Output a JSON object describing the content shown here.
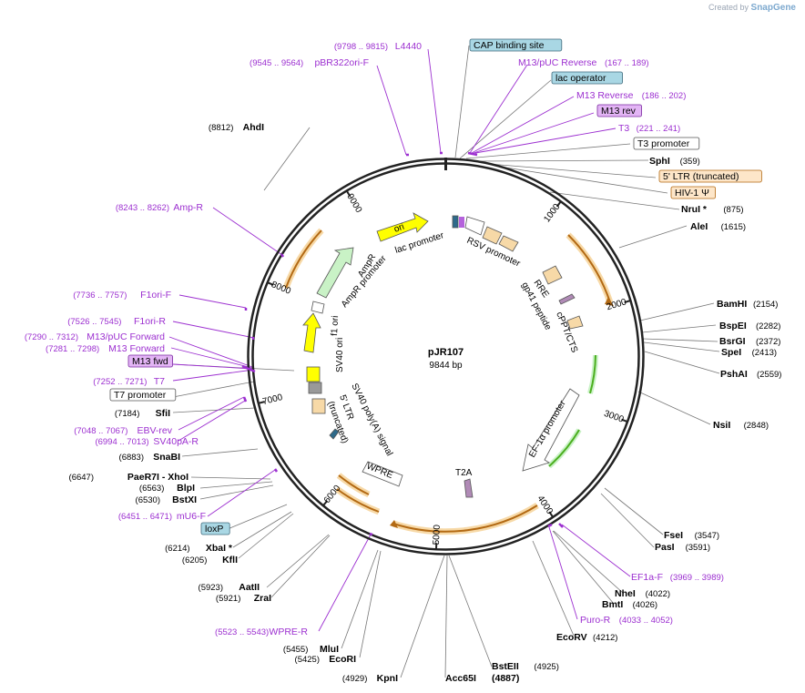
{
  "credit": {
    "prefix": "Created by",
    "brand": "SnapGene"
  },
  "plasmid": {
    "name": "pJR107",
    "length_label": "9844 bp",
    "length_bp": 9844
  },
  "ticks": [
    {
      "label": "1000",
      "bp": 1000
    },
    {
      "label": "2000",
      "bp": 2000
    },
    {
      "label": "3000",
      "bp": 3000
    },
    {
      "label": "4000",
      "bp": 4000
    },
    {
      "label": "5000",
      "bp": 5000
    },
    {
      "label": "6000",
      "bp": 6000
    },
    {
      "label": "7000",
      "bp": 7000
    },
    {
      "label": "8000",
      "bp": 8000
    },
    {
      "label": "9000",
      "bp": 9000
    }
  ],
  "colors": {
    "primer": "#9c2fd0",
    "enzyme": "#000000",
    "feature_orange": "#b36a14",
    "feature_orange_fill": "#f7d9a7",
    "ori_yellow": "#ffff00",
    "green_arrow": "#4caf20",
    "green_fill": "#c9f2c6"
  },
  "labels": [
    {
      "id": "l4440",
      "text": "L4440",
      "pos": "(9798 .. 9815)",
      "kind": "primer"
    },
    {
      "id": "pbr322ori-f",
      "text": "pBR322ori-F",
      "pos": "(9545 .. 9564)",
      "kind": "primer"
    },
    {
      "id": "ahdi",
      "text": "AhdI",
      "pos": "(8812)",
      "kind": "enzyme"
    },
    {
      "id": "amp-r",
      "text": "Amp-R",
      "pos": "(8243 .. 8262)",
      "kind": "primer"
    },
    {
      "id": "f1ori-f",
      "text": "F1ori-F",
      "pos": "(7736 .. 7757)",
      "kind": "primer"
    },
    {
      "id": "f1ori-r",
      "text": "F1ori-R",
      "pos": "(7526 .. 7545)",
      "kind": "primer"
    },
    {
      "id": "m13puc-fwd",
      "text": "M13/pUC Forward",
      "pos": "(7290 .. 7312)",
      "kind": "primer"
    },
    {
      "id": "m13-forward",
      "text": "M13 Forward",
      "pos": "(7281 .. 7298)",
      "kind": "primer"
    },
    {
      "id": "m13-fwd-box",
      "text": "M13 fwd",
      "pos": "",
      "kind": "primer_box"
    },
    {
      "id": "t7",
      "text": "T7",
      "pos": "(7252 .. 7271)",
      "kind": "primer"
    },
    {
      "id": "t7-promoter",
      "text": "T7 promoter",
      "pos": "",
      "kind": "white_box"
    },
    {
      "id": "sfii",
      "text": "SfiI",
      "pos": "(7184)",
      "kind": "enzyme"
    },
    {
      "id": "ebv-rev",
      "text": "EBV-rev",
      "pos": "(7048 .. 7067)",
      "kind": "primer"
    },
    {
      "id": "sv40pa-r",
      "text": "SV40pA-R",
      "pos": "(6994 .. 7013)",
      "kind": "primer"
    },
    {
      "id": "snabi",
      "text": "SnaBI",
      "pos": "(6883)",
      "kind": "enzyme"
    },
    {
      "id": "paer7i-xhoi",
      "text": "PaeR7I   - XhoI",
      "pos": "(6647)",
      "kind": "enzyme"
    },
    {
      "id": "blpi",
      "text": "BlpI",
      "pos": "(6563)",
      "kind": "enzyme"
    },
    {
      "id": "bstxi",
      "text": "BstXI",
      "pos": "(6530)",
      "kind": "enzyme"
    },
    {
      "id": "mu6-f",
      "text": "mU6-F",
      "pos": "(6451 .. 6471)",
      "kind": "primer"
    },
    {
      "id": "loxp",
      "text": "loxP",
      "pos": "",
      "kind": "blue_box"
    },
    {
      "id": "xbai",
      "text": "XbaI *",
      "pos": "(6214)",
      "kind": "enzyme"
    },
    {
      "id": "kfli",
      "text": "KflI",
      "pos": "(6205)",
      "kind": "enzyme"
    },
    {
      "id": "aatii",
      "text": "AatII",
      "pos": "(5923)",
      "kind": "enzyme"
    },
    {
      "id": "zrai",
      "text": "ZraI",
      "pos": "(5921)",
      "kind": "enzyme"
    },
    {
      "id": "wpre-r",
      "text": "WPRE-R",
      "pos": "(5523 .. 5543)",
      "kind": "primer"
    },
    {
      "id": "mlui",
      "text": "MluI",
      "pos": "(5455)",
      "kind": "enzyme"
    },
    {
      "id": "ecori",
      "text": "EcoRI",
      "pos": "(5425)",
      "kind": "enzyme"
    },
    {
      "id": "kpni",
      "text": "KpnI",
      "pos": "(4929)",
      "kind": "enzyme"
    },
    {
      "id": "acc65i",
      "text": "Acc65I",
      "pos": "",
      "kind": "enzyme"
    },
    {
      "id": "bsteii",
      "text": "BstEII",
      "pos": "(4925)",
      "kind": "enzyme"
    },
    {
      "id": "bsteii-pos",
      "text": "(4887)",
      "pos": "",
      "kind": "enzyme_pos"
    },
    {
      "id": "ecorv",
      "text": "EcoRV",
      "pos": "(4212)",
      "kind": "enzyme"
    },
    {
      "id": "puro-r",
      "text": "Puro-R",
      "pos": "(4033 .. 4052)",
      "kind": "primer"
    },
    {
      "id": "bmti",
      "text": "BmtI",
      "pos": "(4026)",
      "kind": "enzyme"
    },
    {
      "id": "nhei",
      "text": "NheI",
      "pos": "(4022)",
      "kind": "enzyme"
    },
    {
      "id": "ef1a-f",
      "text": "EF1a-F",
      "pos": "(3969 .. 3989)",
      "kind": "primer"
    },
    {
      "id": "pasi",
      "text": "PasI",
      "pos": "(3591)",
      "kind": "enzyme"
    },
    {
      "id": "fsei",
      "text": "FseI",
      "pos": "(3547)",
      "kind": "enzyme"
    },
    {
      "id": "nsii",
      "text": "NsiI",
      "pos": "(2848)",
      "kind": "enzyme"
    },
    {
      "id": "pshai",
      "text": "PshAI",
      "pos": "(2559)",
      "kind": "enzyme"
    },
    {
      "id": "spei",
      "text": "SpeI",
      "pos": "(2413)",
      "kind": "enzyme"
    },
    {
      "id": "bsrgi",
      "text": "BsrGI",
      "pos": "(2372)",
      "kind": "enzyme"
    },
    {
      "id": "bspei",
      "text": "BspEI",
      "pos": "(2282)",
      "kind": "enzyme"
    },
    {
      "id": "bamhi",
      "text": "BamHI",
      "pos": "(2154)",
      "kind": "enzyme"
    },
    {
      "id": "alei",
      "text": "AleI",
      "pos": "(1615)",
      "kind": "enzyme"
    },
    {
      "id": "nrui",
      "text": "NruI *",
      "pos": "(875)",
      "kind": "enzyme"
    },
    {
      "id": "hiv1",
      "text": "HIV-1 Ψ",
      "pos": "",
      "kind": "orange_box"
    },
    {
      "id": "ltr5",
      "text": "5' LTR (truncated)",
      "pos": "",
      "kind": "orange_box"
    },
    {
      "id": "sphi",
      "text": "SphI",
      "pos": "(359)",
      "kind": "enzyme"
    },
    {
      "id": "t3-promoter",
      "text": "T3 promoter",
      "pos": "",
      "kind": "white_box"
    },
    {
      "id": "t3",
      "text": "T3",
      "pos": "(221 .. 241)",
      "kind": "primer"
    },
    {
      "id": "m13-rev-box",
      "text": "M13 rev",
      "pos": "",
      "kind": "primer_box"
    },
    {
      "id": "m13-reverse",
      "text": "M13 Reverse",
      "pos": "(186 .. 202)",
      "kind": "primer"
    },
    {
      "id": "lac-operator",
      "text": "lac operator",
      "pos": "",
      "kind": "blue_box"
    },
    {
      "id": "m13puc-rev",
      "text": "M13/pUC Reverse",
      "pos": "(167 .. 189)",
      "kind": "primer"
    },
    {
      "id": "cap-site",
      "text": "CAP binding site",
      "pos": "",
      "kind": "blue_box"
    }
  ],
  "inner_labels": [
    {
      "id": "ori",
      "text": "ori"
    },
    {
      "id": "lac-promoter",
      "text": "lac promoter"
    },
    {
      "id": "rsv-promoter",
      "text": "RSV promoter"
    },
    {
      "id": "rre",
      "text": "RRE"
    },
    {
      "id": "gp41",
      "text": "gp41 peptide"
    },
    {
      "id": "cppt",
      "text": "cPPT/CTS"
    },
    {
      "id": "ef1a-promoter",
      "text": "EF-1α promoter"
    },
    {
      "id": "t2a",
      "text": "T2A"
    },
    {
      "id": "wpre",
      "text": "WPRE"
    },
    {
      "id": "ltr5-inner",
      "text": "5' LTR"
    },
    {
      "id": "ltr5-inner2",
      "text": "(truncated)"
    },
    {
      "id": "sv40polya",
      "text": "SV40 poly(A) signal"
    },
    {
      "id": "sv40ori",
      "text": "SV40 ori"
    },
    {
      "id": "f1ori",
      "text": "f1 ori"
    },
    {
      "id": "ampr-promoter",
      "text": "AmpR promoter"
    },
    {
      "id": "ampr",
      "text": "AmpR"
    }
  ]
}
